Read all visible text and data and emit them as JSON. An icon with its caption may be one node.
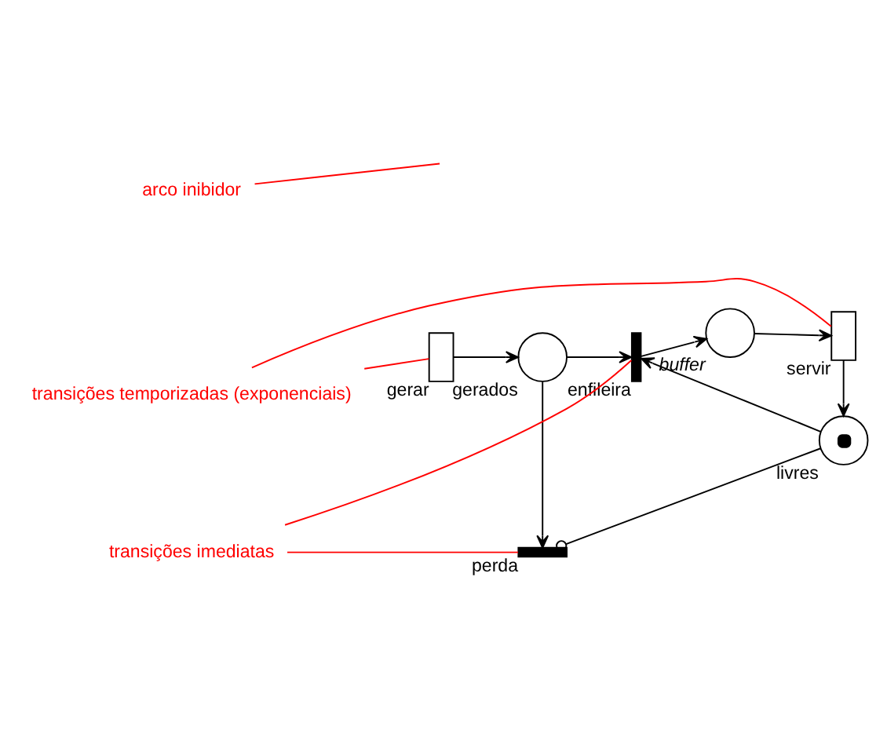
{
  "diagram": {
    "nodes": [
      {
        "text": [
          "gerar"
        ]
      },
      {
        "text": [
          "gerados"
        ]
      },
      {
        "text": [
          "enfileira"
        ]
      },
      {
        "text": [
          "buffer"
        ]
      },
      {
        "text": [
          "servir"
        ]
      },
      {
        "text": [
          "livres"
        ]
      },
      {
        "text": [
          "perda"
        ]
      },
      {
        "text": [
          "transições temporizadas (exponenciais)"
        ]
      },
      {
        "text": [
          "transições imediatas"
        ]
      },
      {
        "text": [
          "arco inibidor"
        ]
      }
    ],
    "edges": [
      {
        "from": 0,
        "to": 1,
        "arrow": "to"
      },
      {
        "from": 1,
        "to": 2,
        "arrow": "to"
      },
      {
        "from": 2,
        "to": 3,
        "arrow": "to"
      },
      {
        "from": 3,
        "to": 4,
        "arrow": "to"
      },
      {
        "from": 4,
        "to": 5,
        "arrow": "to"
      },
      {
        "from": 5,
        "to": 2,
        "arrow": "to"
      },
      {
        "from": 1,
        "to": 6,
        "arrow": "to"
      },
      {
        "from": 5,
        "to": 6,
        "arrow": "other"
      },
      {
        "from": 7,
        "to": 0,
        "arrow": "none",
        "color": "#ff0000"
      },
      {
        "from": 7,
        "to": 4,
        "arrow": "none",
        "color": "#ff0000"
      },
      {
        "from": 8,
        "to": 2,
        "arrow": "none",
        "color": "#ff0000"
      },
      {
        "from": 8,
        "to": 6,
        "arrow": "none",
        "color": "#ff0000"
      },
      {
        "from": 9,
        "to": null,
        "arrow": "none",
        "color": "#ff0000"
      }
    ]
  }
}
